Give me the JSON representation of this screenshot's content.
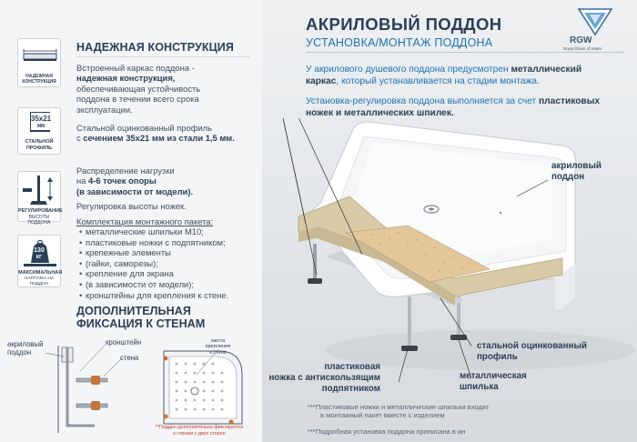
{
  "header": {
    "title": "АКРИЛОВЫЙ ПОДДОН",
    "subtitle": "УСТАНОВКА/МОНТАЖ ПОДДОНА",
    "logo": "RGW",
    "logo_sub": "Royal Glass of Water"
  },
  "intro": {
    "p1_a": "У акрилового душевого поддона предусмотрен ",
    "p1_b": "металлический",
    "p1_c": "каркас",
    "p1_d": ", который устанавливается на стадии монтажа.",
    "p2_a": "Установка-регулировка поддона выполняется за счет ",
    "p2_b": "пластиковых",
    "p2_c": "ножек и металлических шпилек."
  },
  "section1": {
    "title": "НАДЕЖНАЯ КОНСТРУКЦИЯ",
    "icon1_caption": "НАДЕЖНАЯ КОНСТРУКЦИЯ",
    "t1_a": "Встроенный каркас поддона -",
    "t1_b": "надежная конструкция,",
    "t1_c": "обеспечивающая устойчивость",
    "t1_d": "поддона в течении всего срока",
    "t1_e": "эксплуатации.",
    "icon2_label": "35x21",
    "icon2_unit": "ММ",
    "icon2_caption1": "СТАЛЬНОЙ",
    "icon2_caption2": "ПРОФИЛЬ",
    "t2_a": "Стальной оцинкованный профиль",
    "t2_b": "с ",
    "t2_c": "сечением 35x21 мм из стали 1,5 мм.",
    "icon3_caption1": "РЕГУЛИРОВАНИЕ",
    "icon3_caption2": "ВЫСОТЫ ПОДДОНА",
    "t3_a": "Распределение нагрузки",
    "t3_b": "на ",
    "t3_c": "4-6 точек опоры",
    "t3_d": "(в зависимости от модели).",
    "t3_e": "Регулировка высоты ножек.",
    "icon4_label1": "130",
    "icon4_label2": "КГ",
    "icon4_caption1": "МАКСИМАЛЬНАЯ",
    "icon4_caption2": "НАГРУЗКА НА ПОДДОН",
    "kit_title": "Комплектация монтажного пакета:",
    "kit_items": [
      "металлические шпильки М10;",
      "пластиковые ножки с подпятником;",
      "крепежные элементы",
      "(гайки, саморезы);",
      "крепление для экрана",
      "(в зависимости от модели);",
      "кронштейны для крепления к стене."
    ]
  },
  "section2": {
    "title1": "ДОПОЛНИТЕЛЬНАЯ",
    "title2": "ФИКСАЦИЯ К СТЕНАМ",
    "lbl_tray1": "акриловый",
    "lbl_tray2": "поддон",
    "lbl_bracket": "кронштейн",
    "lbl_wall": "стена",
    "lbl_places1": "места",
    "lbl_places2": "крепления",
    "lbl_places3": "к стене",
    "footnote1": "**Поддон дополнительно фиксируется",
    "footnote2": "к стенам с двух сторон"
  },
  "callouts": {
    "tray1": "акриловый",
    "tray2": "поддон",
    "profile1": "стальной оцинкованный",
    "profile2": "профиль",
    "leg1": "пластиковая",
    "leg2": "ножка с антискользящим",
    "leg3": "подпятником",
    "stud1": "металлическая",
    "stud2": "шпилька"
  },
  "notes": {
    "n1a": "***Пластиковые ножки и металлические шпильки входят",
    "n1b": "в монтажный пакет вместе с изделием",
    "n2": "***Подробная установка поддона прописана в ин"
  },
  "colors": {
    "accent": "#1c73b6",
    "dark": "#2a3f57",
    "tray_sand": "#d8c9a7"
  }
}
